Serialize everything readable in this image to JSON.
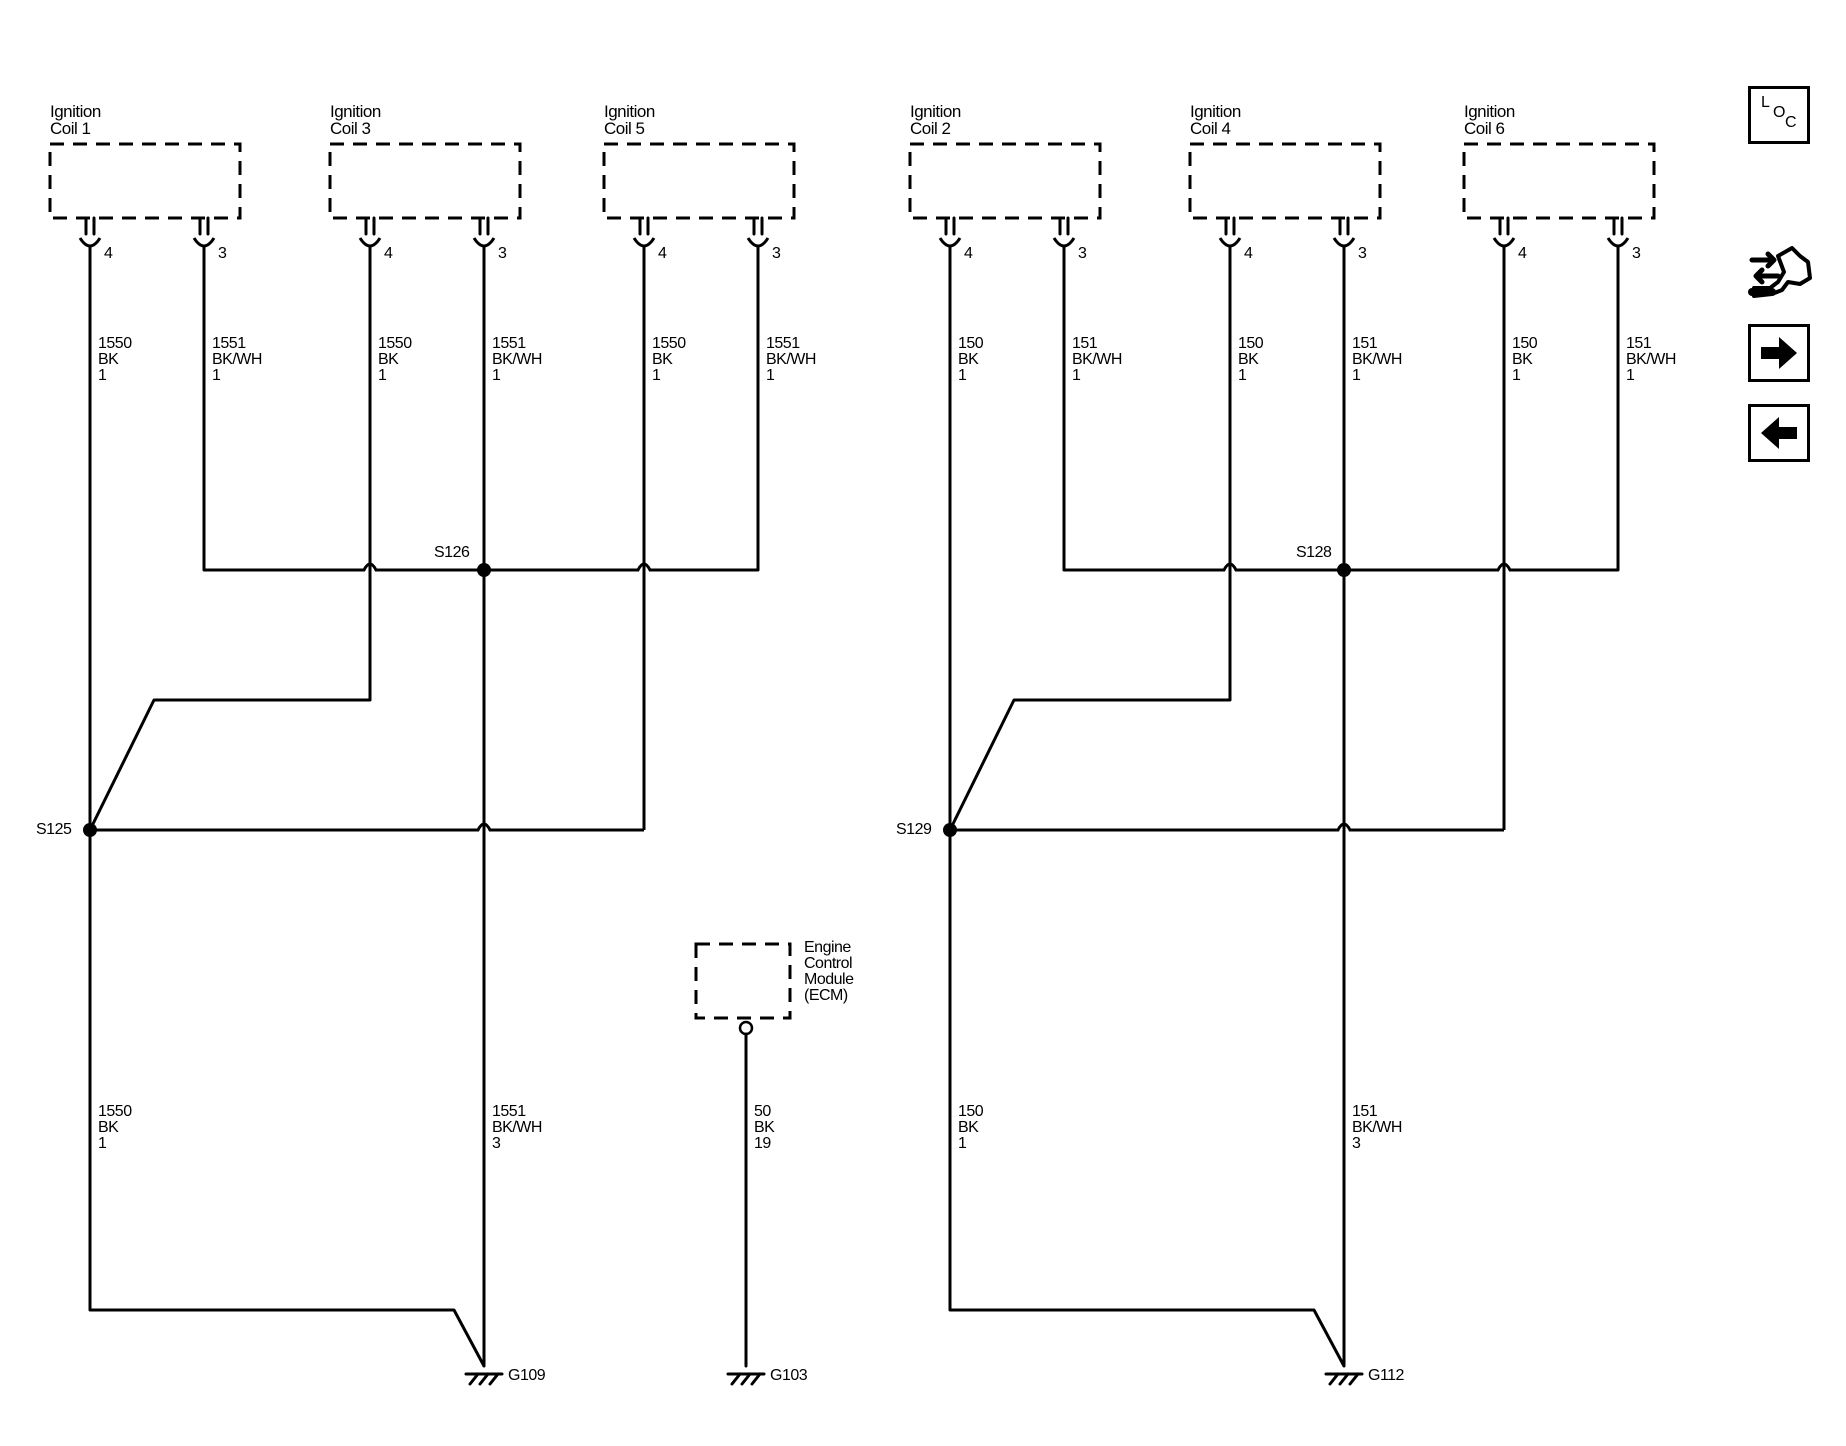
{
  "coils": [
    {
      "name": "Ignition\nCoil 1",
      "pins": [
        "4",
        "3"
      ],
      "wires": [
        [
          "1550",
          "BK",
          "1"
        ],
        [
          "1551",
          "BK/WH",
          "1"
        ]
      ]
    },
    {
      "name": "Ignition\nCoil 3",
      "pins": [
        "4",
        "3"
      ],
      "wires": [
        [
          "1550",
          "BK",
          "1"
        ],
        [
          "1551",
          "BK/WH",
          "1"
        ]
      ]
    },
    {
      "name": "Ignition\nCoil 5",
      "pins": [
        "4",
        "3"
      ],
      "wires": [
        [
          "1550",
          "BK",
          "1"
        ],
        [
          "1551",
          "BK/WH",
          "1"
        ]
      ]
    },
    {
      "name": "Ignition\nCoil 2",
      "pins": [
        "4",
        "3"
      ],
      "wires": [
        [
          "150",
          "BK",
          "1"
        ],
        [
          "151",
          "BK/WH",
          "1"
        ]
      ]
    },
    {
      "name": "Ignition\nCoil 4",
      "pins": [
        "4",
        "3"
      ],
      "wires": [
        [
          "150",
          "BK",
          "1"
        ],
        [
          "151",
          "BK/WH",
          "1"
        ]
      ]
    },
    {
      "name": "Ignition\nCoil 6",
      "pins": [
        "4",
        "3"
      ],
      "wires": [
        [
          "150",
          "BK",
          "1"
        ],
        [
          "151",
          "BK/WH",
          "1"
        ]
      ]
    }
  ],
  "splices": {
    "s126": "S126",
    "s125": "S125",
    "s128": "S128",
    "s129": "S129"
  },
  "lower_wires": {
    "left_bk": [
      "1550",
      "BK",
      "1"
    ],
    "left_bkwh": [
      "1551",
      "BK/WH",
      "3"
    ],
    "ecm": [
      "50",
      "BK",
      "19"
    ],
    "right_bk": [
      "150",
      "BK",
      "1"
    ],
    "right_bkwh": [
      "151",
      "BK/WH",
      "3"
    ]
  },
  "ecm_label": "Engine\nControl\nModule\n(ECM)",
  "grounds": {
    "g109": "G109",
    "g103": "G103",
    "g112": "G112"
  },
  "nav": {
    "loc_letters": [
      "L",
      "O",
      "C"
    ],
    "loc_icon": "loc-icon",
    "tool_icon": "wrench-arrows-icon",
    "next_icon": "arrow-right-icon",
    "prev_icon": "arrow-left-icon"
  }
}
